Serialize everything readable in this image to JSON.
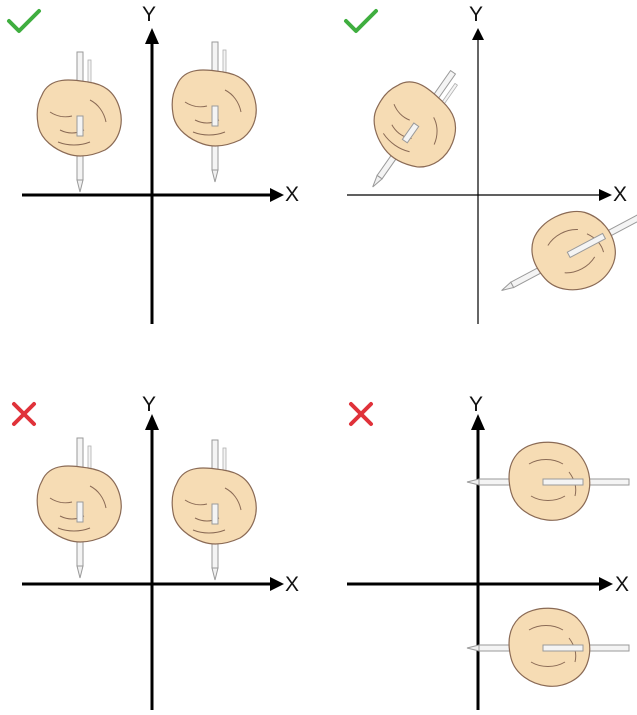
{
  "panels": [
    {
      "id": "top-left",
      "verdict": "correct",
      "mark_color": "#3fae3f",
      "x_label": "X",
      "y_label": "Y"
    },
    {
      "id": "top-right",
      "verdict": "correct",
      "mark_color": "#3fae3f",
      "x_label": "X",
      "y_label": "Y"
    },
    {
      "id": "bottom-left",
      "verdict": "incorrect",
      "mark_color": "#e0323a",
      "x_label": "X",
      "y_label": "Y"
    },
    {
      "id": "bottom-right",
      "verdict": "incorrect",
      "mark_color": "#e0323a",
      "x_label": "X",
      "y_label": "Y"
    }
  ],
  "colors": {
    "axis": "#000000",
    "skin": "#f6dcb4",
    "skin_outline": "#8a6a55",
    "pencil": "#f4f4f4",
    "pencil_outline": "#9a9a9a"
  },
  "icons": {
    "correct": "check-mark-icon",
    "incorrect": "cross-mark-icon",
    "hand": "hand-holding-pencil-icon"
  }
}
